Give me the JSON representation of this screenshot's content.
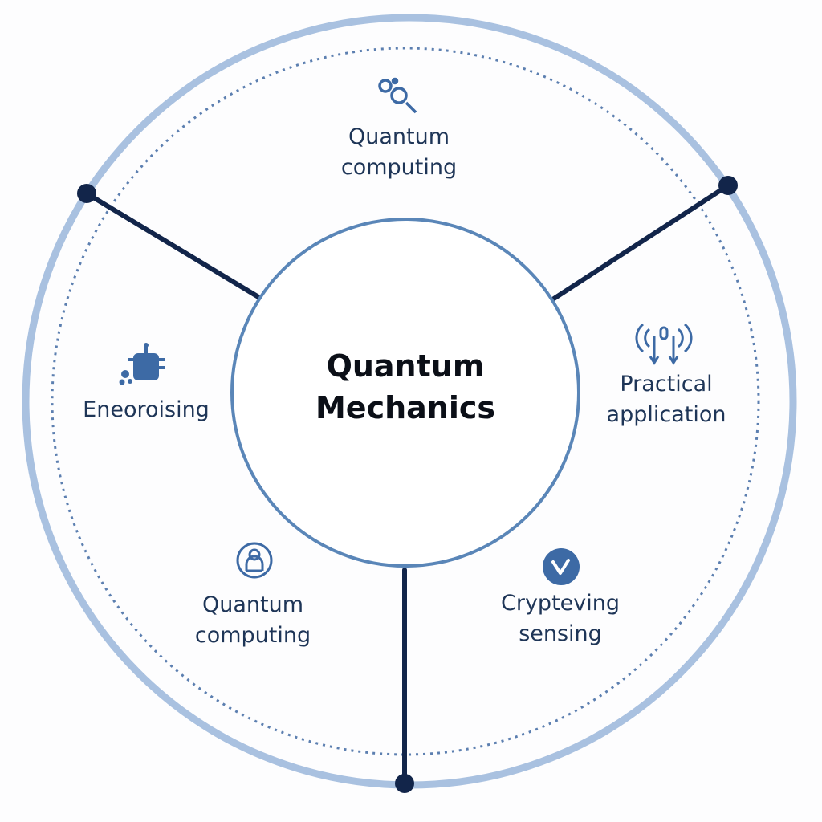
{
  "center": {
    "line1": "Quantum",
    "line2": "Mechanics"
  },
  "sections": {
    "top": {
      "line1": "Quantum",
      "line2": "computing",
      "icon": "link-chain-icon"
    },
    "left": {
      "line1": "Eneoroising",
      "icon": "robot-icon"
    },
    "right": {
      "line1": "Practical",
      "line2": "application",
      "icon": "signal-antenna-icon"
    },
    "bottom_left": {
      "line1": "Quantum",
      "line2": "computing",
      "icon": "user-badge-icon"
    },
    "bottom_right": {
      "line1": "Crypteving",
      "line2": "sensing",
      "icon": "check-circle-icon"
    }
  },
  "colors": {
    "outer_ring": "#a9c1e0",
    "dotted_ring": "#5c7fb0",
    "inner_ring": "#5a86b8",
    "spoke": "#12254a",
    "text": "#1e3557",
    "icon": "#3d6aa5"
  }
}
